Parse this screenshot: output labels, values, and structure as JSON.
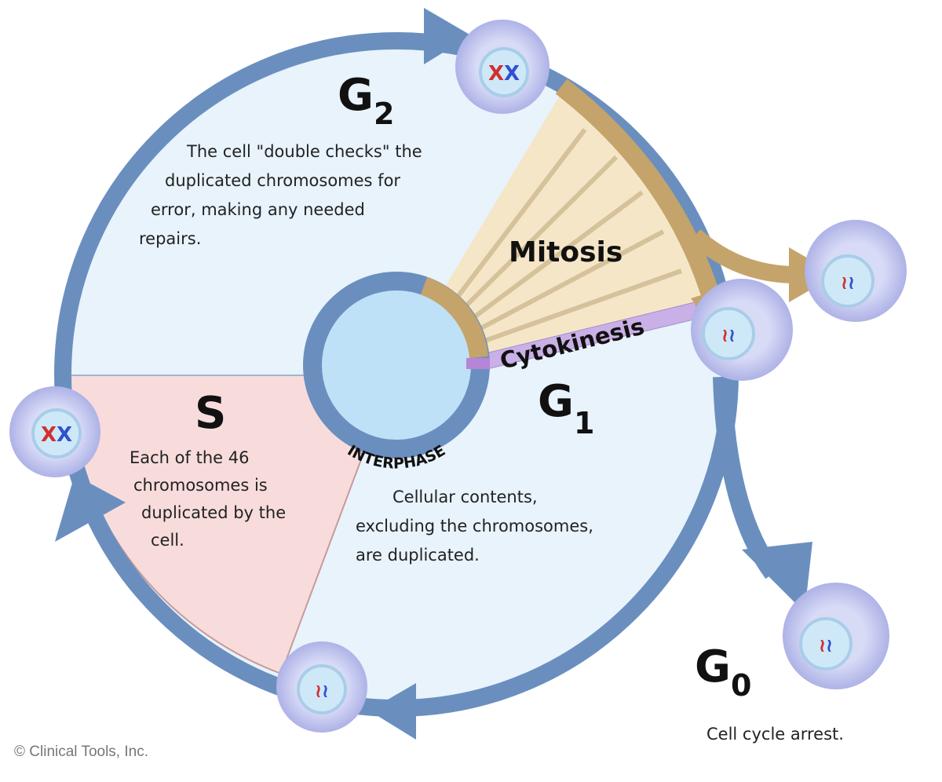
{
  "phases": {
    "g2": {
      "label": "G",
      "sub": "2",
      "desc": [
        "The cell \"double checks\" the",
        "duplicated chromosomes for",
        "error, making any needed",
        "repairs."
      ]
    },
    "s": {
      "label": "S",
      "desc": [
        "Each of the 46",
        "chromosomes is",
        "duplicated by the",
        "cell."
      ]
    },
    "g1": {
      "label": "G",
      "sub": "1",
      "desc": [
        "Cellular contents,",
        "excluding the chromosomes,",
        "are duplicated."
      ]
    },
    "g0": {
      "label": "G",
      "sub": "0",
      "desc": [
        "Cell cycle arrest."
      ]
    },
    "mitosis": {
      "label": "Mitosis"
    },
    "cytokinesis": {
      "label": "Cytokinesis"
    },
    "interphase": {
      "label": "INTERPHASE"
    }
  },
  "copyright": "© Clinical Tools, Inc.",
  "colors": {
    "ring": "#6a8fbf",
    "cycle_fill": "#e8f3fc",
    "s_phase": "#f8dcdc",
    "mitosis": "#f5e6c8",
    "mitosis_arrow": "#c4a46a",
    "cytokinesis": "#c9b0e6",
    "cell": "#c3c6ee",
    "nucleus": "#cfe8f8"
  }
}
